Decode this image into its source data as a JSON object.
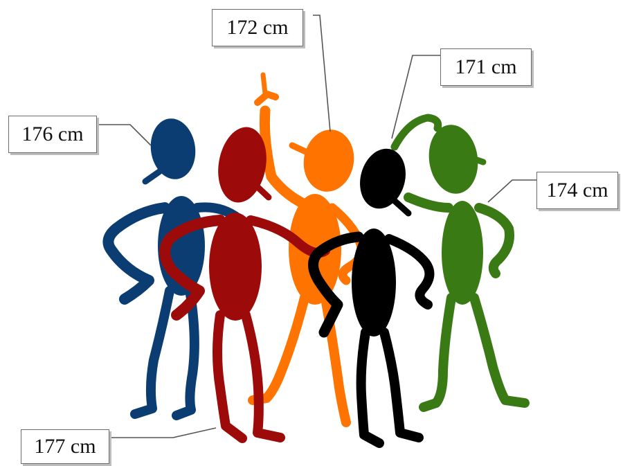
{
  "figures": [
    {
      "id": "blue",
      "color": "#0b3d73",
      "height_label": "176 cm"
    },
    {
      "id": "red",
      "color": "#9c0a0a",
      "height_label": "177 cm"
    },
    {
      "id": "orange",
      "color": "#ff7400",
      "height_label": "172 cm"
    },
    {
      "id": "black",
      "color": "#000000",
      "height_label": "171 cm"
    },
    {
      "id": "green",
      "color": "#3a7a14",
      "height_label": "174 cm"
    }
  ]
}
